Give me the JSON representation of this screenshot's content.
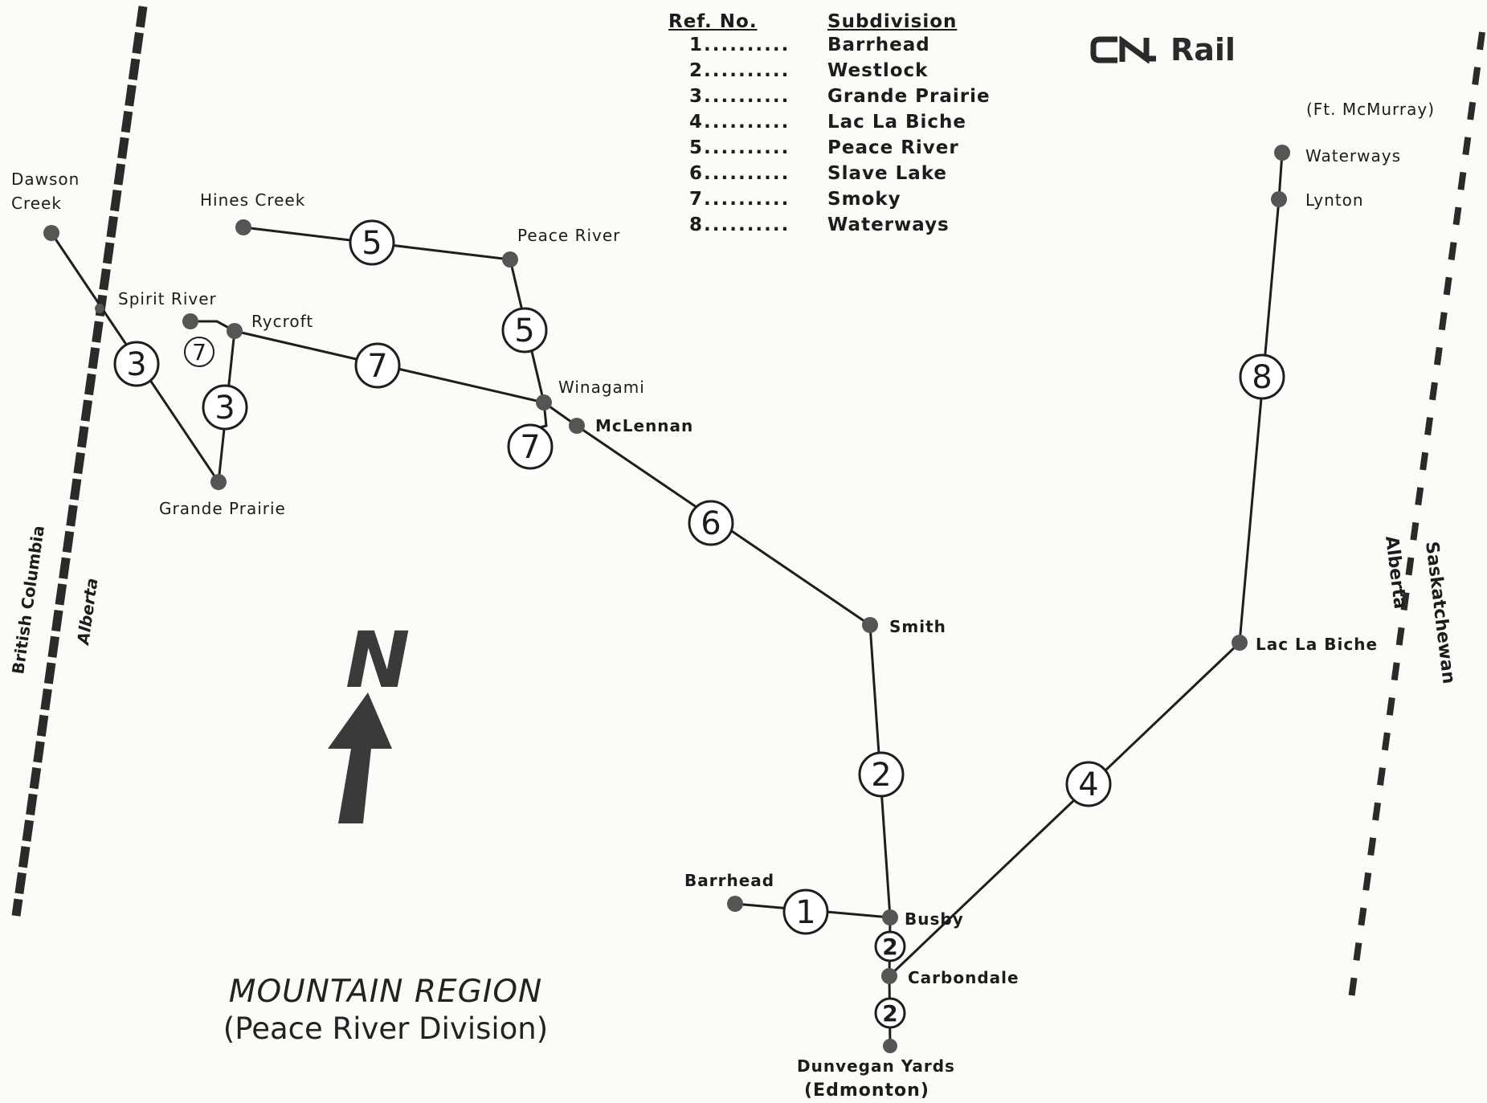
{
  "legend": {
    "ref_header": "Ref. No.",
    "sub_header": "Subdivision",
    "rows": [
      {
        "ref": "1..........",
        "name": "Barrhead"
      },
      {
        "ref": "2..........",
        "name": "Westlock"
      },
      {
        "ref": "3..........",
        "name": "Grande Prairie"
      },
      {
        "ref": "4..........",
        "name": "Lac La Biche"
      },
      {
        "ref": "5..........",
        "name": "Peace River"
      },
      {
        "ref": "6..........",
        "name": "Slave Lake"
      },
      {
        "ref": "7..........",
        "name": "Smoky"
      },
      {
        "ref": "8..........",
        "name": "Waterways"
      }
    ]
  },
  "brand": {
    "logo": "CN",
    "name": "Rail"
  },
  "title": {
    "line1": "MOUNTAIN REGION",
    "line2": "(Peace River Division)"
  },
  "compass": {
    "letter": "N"
  },
  "places": {
    "dawson_creek_1": "Dawson",
    "dawson_creek_2": "Creek",
    "hines_creek": "Hines Creek",
    "peace_river": "Peace River",
    "spirit_river": "Spirit River",
    "rycroft": "Rycroft",
    "winagami": "Winagami",
    "mclennan": "McLennan",
    "grande_prairie": "Grande Prairie",
    "smith": "Smith",
    "barrhead": "Barrhead",
    "busby": "Busby",
    "carbondale": "Carbondale",
    "dunvegan_1": "Dunvegan Yards",
    "dunvegan_2": "(Edmonton)",
    "ft_mcmurray": "(Ft. McMurray)",
    "waterways": "Waterways",
    "lynton": "Lynton",
    "lac_la_biche": "Lac La Biche"
  },
  "provinces": {
    "british_columbia": "British Columbia",
    "alberta_west": "Alberta",
    "alberta_east": "Alberta",
    "saskatchewan": "Saskatchewan"
  },
  "route_numbers": {
    "r5a": "5",
    "r5b": "5",
    "r3a": "3",
    "r3b": "3",
    "r7a": "7",
    "r7b": "7",
    "r7c": "7",
    "r6": "6",
    "r2a": "2",
    "r2b": "2",
    "r2c": "2",
    "r1": "1",
    "r4": "4",
    "r8": "8"
  }
}
